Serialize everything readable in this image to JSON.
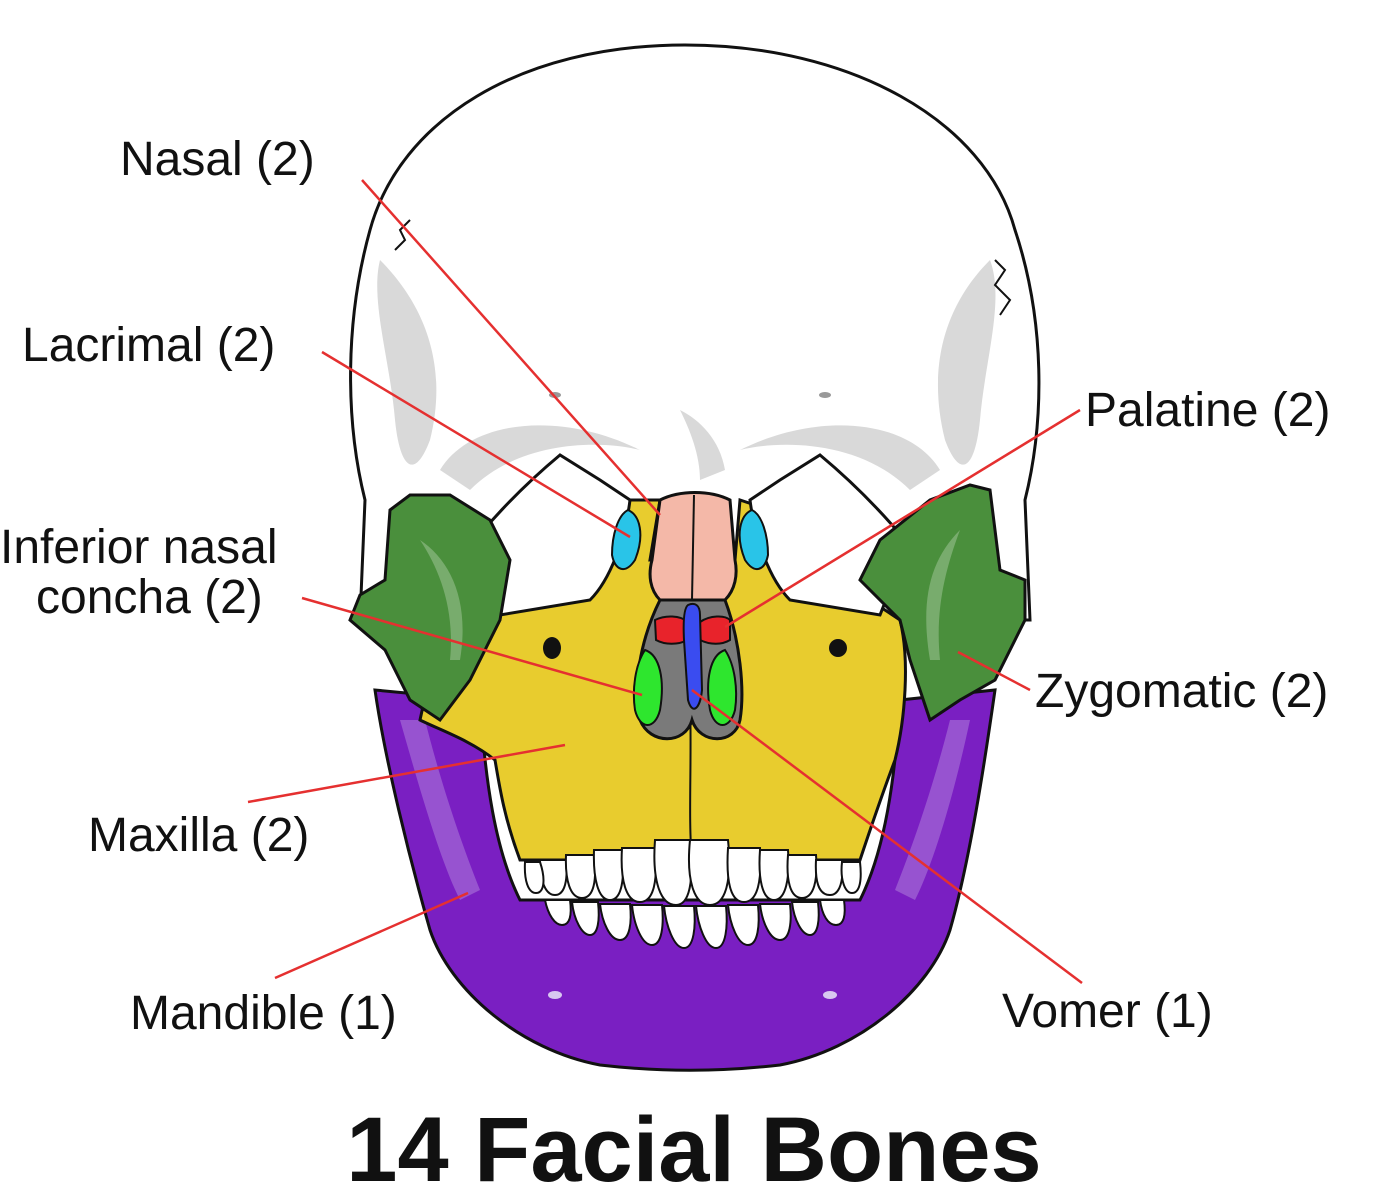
{
  "title": "14 Facial Bones",
  "labels": {
    "nasal": "Nasal (2)",
    "lacrimal": "Lacrimal (2)",
    "palatine": "Palatine (2)",
    "inferior_nasal_concha_line1": "Inferior nasal",
    "inferior_nasal_concha_line2": "concha (2)",
    "zygomatic": "Zygomatic (2)",
    "maxilla": "Maxilla (2)",
    "mandible": "Mandible (1)",
    "vomer": "Vomer (1)"
  },
  "colors": {
    "nasal": "#f4b8a8",
    "lacrimal": "#29c4e8",
    "palatine": "#e8232b",
    "inferior_nasal_concha": "#2ee62e",
    "zygomatic": "#4a8f3c",
    "maxilla": "#e8cc2e",
    "mandible": "#7a1fc2",
    "vomer": "#3a4cf0",
    "skull": "#ffffff",
    "skull_shade": "#d9d9d9",
    "outline": "#111111",
    "leader_line": "#e53030"
  }
}
